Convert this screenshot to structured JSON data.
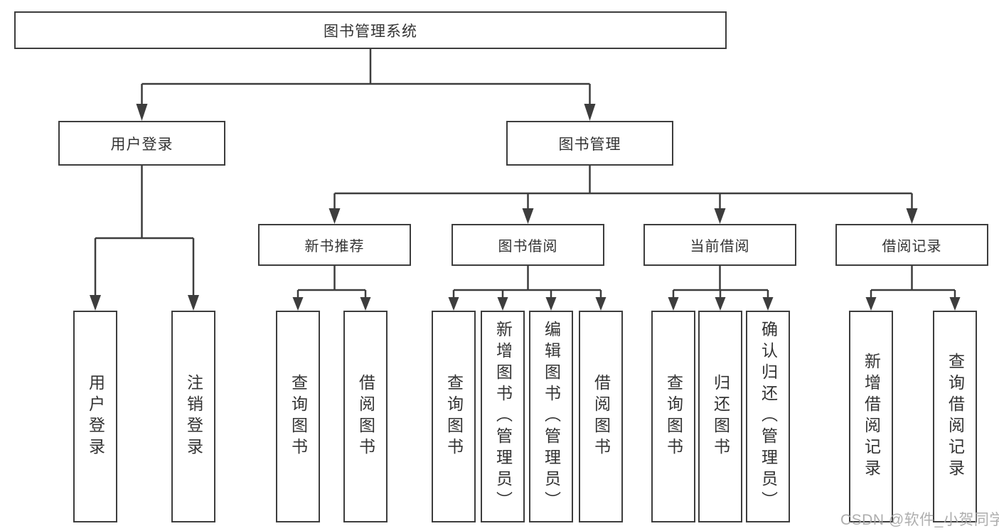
{
  "diagram": {
    "root": {
      "label": "图书管理系统"
    },
    "level2": {
      "user_login": {
        "label": "用户登录"
      },
      "book_management": {
        "label": "图书管理"
      }
    },
    "level3": {
      "new_books": {
        "label": "新书推荐"
      },
      "book_borrow": {
        "label": "图书借阅"
      },
      "current_borrow": {
        "label": "当前借阅"
      },
      "borrow_records": {
        "label": "借阅记录"
      }
    },
    "leaves": {
      "user_login": [
        "用户登录",
        "注销登录"
      ],
      "new_books": [
        "查询图书",
        "借阅图书"
      ],
      "book_borrow": [
        "查询图书",
        "新增图书（管理员）",
        "编辑图书（管理员）",
        "借阅图书"
      ],
      "current_borrow": [
        "查询图书",
        "归还图书",
        "确认归还（管理员）"
      ],
      "borrow_records": [
        "新增借阅记录",
        "查询借阅记录"
      ]
    },
    "colors": {
      "line": "#3d3d3d",
      "text": "#333333",
      "watermark": "#a5a5a5"
    },
    "watermark": "CSDN @软件_小贺同学"
  }
}
